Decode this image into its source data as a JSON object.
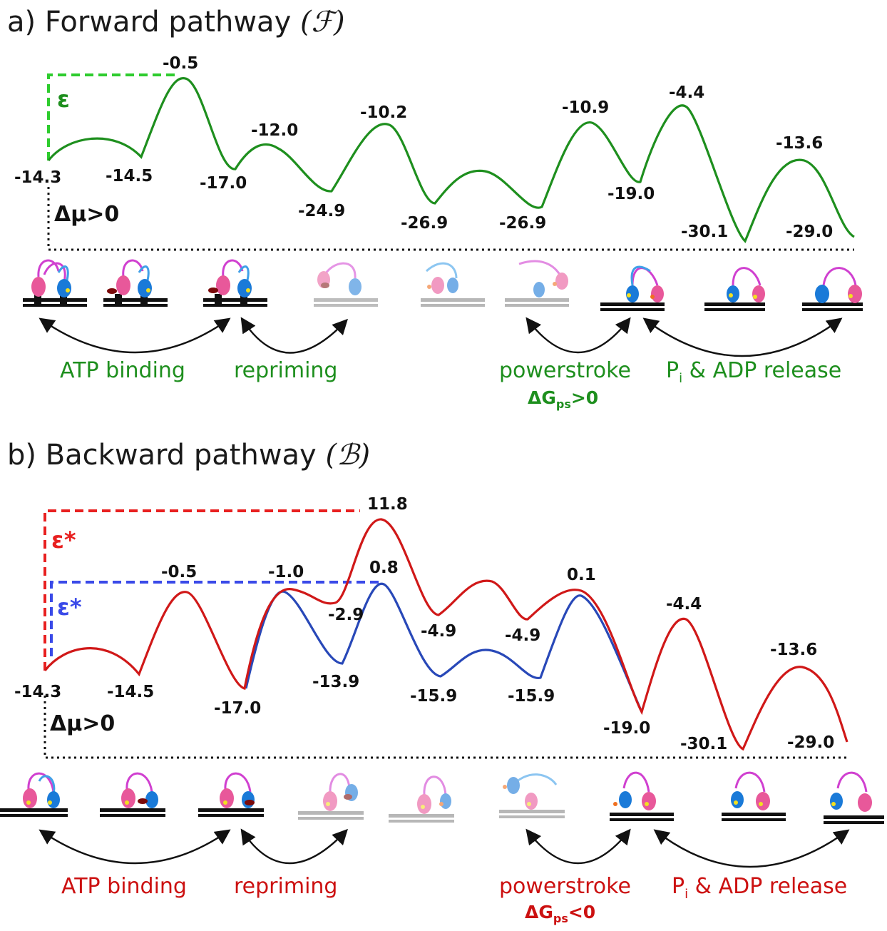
{
  "panel_a": {
    "title": "a) Forward pathway",
    "symbol": "(ℱ)",
    "epsilon": "ε",
    "delta_mu": "Δμ>0",
    "energies": [
      "-14.3",
      "-14.5",
      "-0.5",
      "-17.0",
      "-12.0",
      "-24.9",
      "-10.2",
      "-26.9",
      "-26.9",
      "-10.9",
      "-19.0",
      "-4.4",
      "-30.1",
      "-13.6",
      "-29.0"
    ],
    "steps": {
      "atp": "ATP binding",
      "repriming": "repriming",
      "powerstroke": "powerstroke",
      "release": "Pi & ADP release"
    },
    "release_parts": {
      "p": "P",
      "sub": "i",
      "rest": " & ADP release"
    },
    "dg": {
      "main": "ΔG",
      "sub": "ps",
      "rest": ">0"
    },
    "colors": {
      "curve": "#1e8f1e",
      "epsilon": "#2ecc2e"
    }
  },
  "panel_b": {
    "title": "b) Backward pathway",
    "symbol": "(ℬ)",
    "epsilon_red": "ε*",
    "epsilon_blue": "ε*",
    "delta_mu": "Δμ>0",
    "energies": [
      "-14.3",
      "-14.5",
      "-0.5",
      "-17.0",
      "-1.0",
      "-2.9",
      "11.8",
      "0.8",
      "-13.9",
      "-4.9",
      "-15.9",
      "-4.9",
      "-15.9",
      "0.1",
      "-19.0",
      "-4.4",
      "-30.1",
      "-13.6",
      "-29.0"
    ],
    "steps": {
      "atp": "ATP binding",
      "repriming": "repriming",
      "powerstroke": "powerstroke",
      "release": "Pi & ADP release"
    },
    "release_parts": {
      "p": "P",
      "sub": "i",
      "rest": " & ADP release"
    },
    "dg": {
      "main": "ΔG",
      "sub": "ps",
      "rest": "<0"
    },
    "colors": {
      "red_curve": "#d01818",
      "blue_curve": "#2848b8",
      "red_dash": "#e82020",
      "blue_dash": "#3a4ae8"
    }
  }
}
